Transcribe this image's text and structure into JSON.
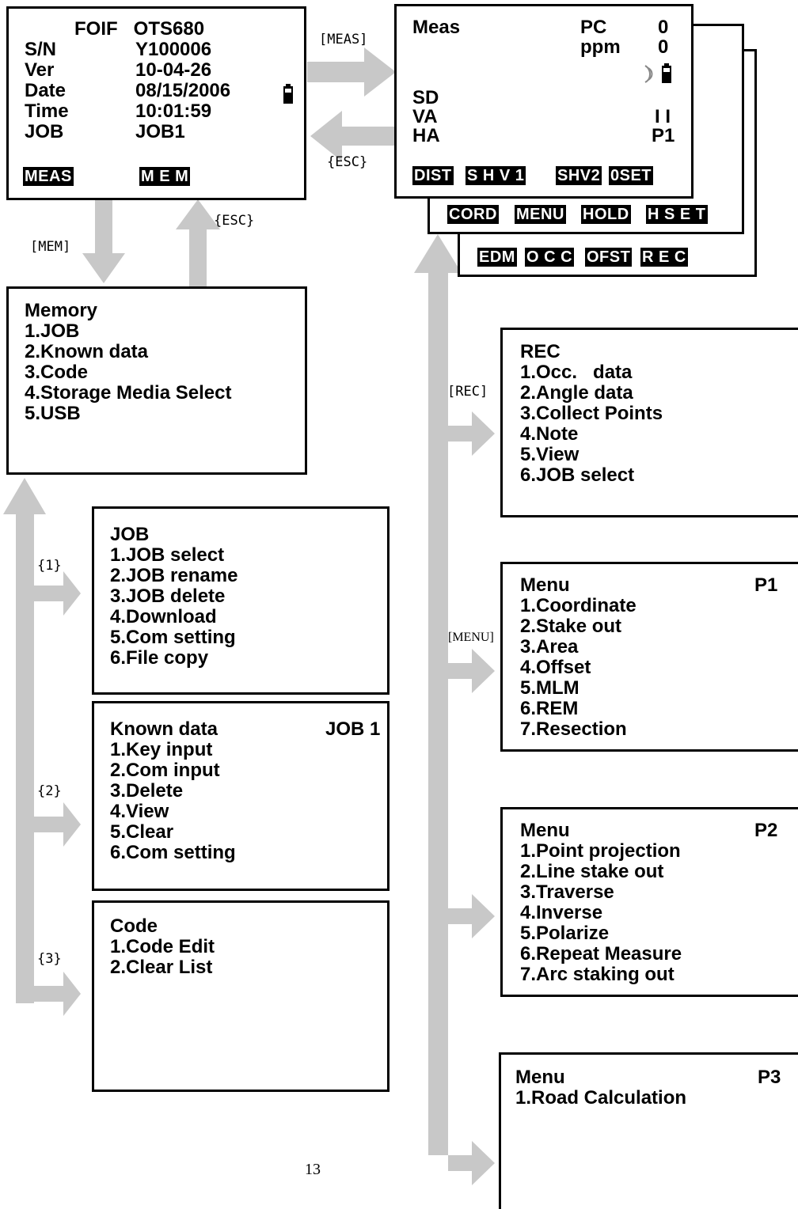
{
  "colors": {
    "arrow": "#c8c8c8",
    "border": "#000000",
    "key_bg": "#000000",
    "key_fg": "#ffffff"
  },
  "start": {
    "title": "FOIF   OTS680",
    "rows": [
      {
        "k": "S/N",
        "v": "Y100006"
      },
      {
        "k": "Ver",
        "v": "10-04-26"
      },
      {
        "k": "Date",
        "v": "08/15/2006"
      },
      {
        "k": "Time",
        "v": "10:01:59"
      },
      {
        "k": "JOB",
        "v": "JOB1"
      }
    ],
    "keys": [
      "MEAS",
      "M E M"
    ],
    "icon": "battery-icon"
  },
  "meas": {
    "title": "Meas",
    "pc_label": "PC",
    "pc_value": "0",
    "ppm_label": "ppm",
    "ppm_value": "0",
    "rows": [
      "SD",
      "VA",
      "HA"
    ],
    "va_value": "I I",
    "page": "P1",
    "icons": [
      "signal-icon",
      "battery-icon"
    ],
    "page1_keys": [
      "DIST",
      "S H V 1",
      "SHV2",
      "0SET"
    ],
    "page2_keys": [
      "CORD",
      "MENU",
      "HOLD",
      "H S E T"
    ],
    "page3_keys": [
      "EDM",
      "O C C",
      "OFST",
      "R E C"
    ]
  },
  "labels": {
    "meas": "[MEAS]",
    "esc1": "{ESC}",
    "mem": "[MEM]",
    "esc2": "{ESC}",
    "rec": "[REC]",
    "menu": "[MENU]",
    "one": "{1}",
    "two": "{2}",
    "three": "{3}"
  },
  "memory": {
    "title": "Memory",
    "items": [
      "1.JOB",
      "2.Known data",
      "3.Code",
      "4.Storage Media Select",
      "5.USB"
    ]
  },
  "job": {
    "title": "JOB",
    "items": [
      "1.JOB select",
      "2.JOB rename",
      "3.JOB delete",
      "4.Download",
      "5.Com setting",
      "6.File copy"
    ]
  },
  "known": {
    "title": "Known data",
    "job": "JOB 1",
    "items": [
      "1.Key input",
      "2.Com input",
      "3.Delete",
      "4.View",
      "5.Clear",
      "6.Com setting"
    ]
  },
  "code": {
    "title": "Code",
    "items": [
      "1.Code Edit",
      "2.Clear List"
    ]
  },
  "rec": {
    "title": "REC",
    "items": [
      "1.Occ.   data",
      "2.Angle data",
      "3.Collect Points",
      "4.Note",
      "5.View",
      "6.JOB select"
    ]
  },
  "menu1": {
    "title": "Menu",
    "page": "P1",
    "items": [
      "1.Coordinate",
      "2.Stake out",
      "3.Area",
      "4.Offset",
      "5.MLM",
      "6.REM",
      "7.Resection"
    ]
  },
  "menu2": {
    "title": "Menu",
    "page": "P2",
    "items": [
      "1.Point projection",
      "2.Line stake out",
      "3.Traverse",
      "4.Inverse",
      "5.Polarize",
      "6.Repeat Measure",
      "7.Arc staking out"
    ]
  },
  "menu3": {
    "title": "Menu",
    "page": "P3",
    "items": [
      "1.Road Calculation"
    ]
  },
  "page_number": "13"
}
